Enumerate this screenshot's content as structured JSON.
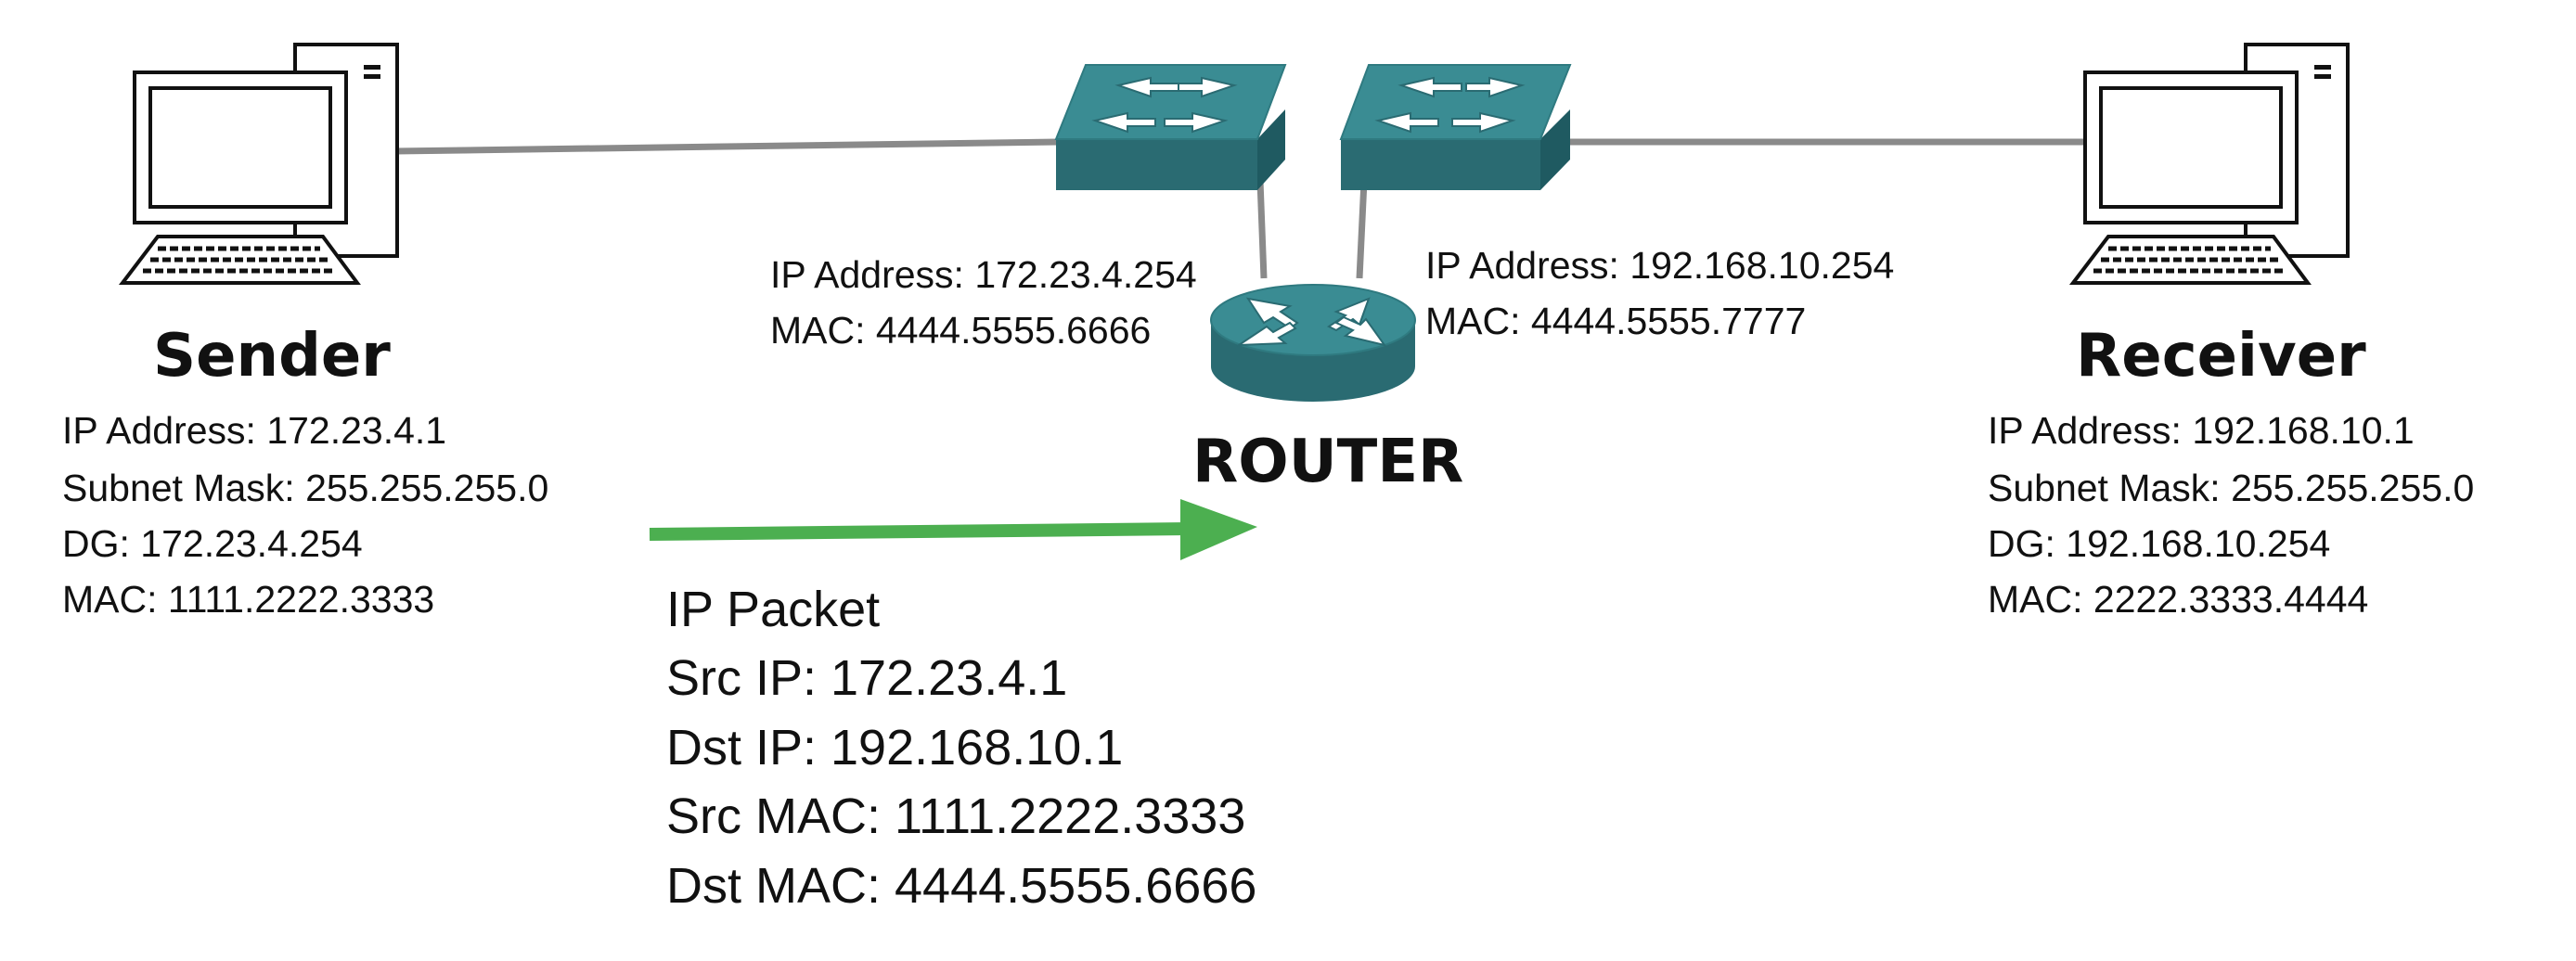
{
  "colors": {
    "device_teal": "#3a8c93",
    "device_dark": "#2a6b72",
    "arrow_green": "#4caf50",
    "link_gray": "#8a8a8a"
  },
  "icons": {
    "sender": "desktop-computer-icon",
    "receiver": "desktop-computer-icon",
    "switches": "switch-icon",
    "router": "router-icon"
  },
  "sender": {
    "title": "Sender",
    "lines": [
      "IP Address: 172.23.4.1",
      "Subnet Mask: 255.255.255.0",
      "DG: 172.23.4.254",
      "MAC: 1111.2222.3333"
    ]
  },
  "receiver": {
    "title": "Receiver",
    "lines": [
      "IP Address: 192.168.10.1",
      "Subnet Mask: 255.255.255.0",
      "DG: 192.168.10.254",
      "MAC: 2222.3333.4444"
    ]
  },
  "router": {
    "title": "ROUTER",
    "left_interface": [
      "IP Address: 172.23.4.254",
      "MAC: 4444.5555.6666"
    ],
    "right_interface": [
      "IP Address: 192.168.10.254",
      "MAC: 4444.5555.7777"
    ]
  },
  "packet": {
    "lines": [
      "IP Packet",
      "Src IP: 172.23.4.1",
      "Dst IP: 192.168.10.1",
      "Src MAC: 1111.2222.3333",
      "Dst MAC: 4444.5555.6666"
    ]
  }
}
